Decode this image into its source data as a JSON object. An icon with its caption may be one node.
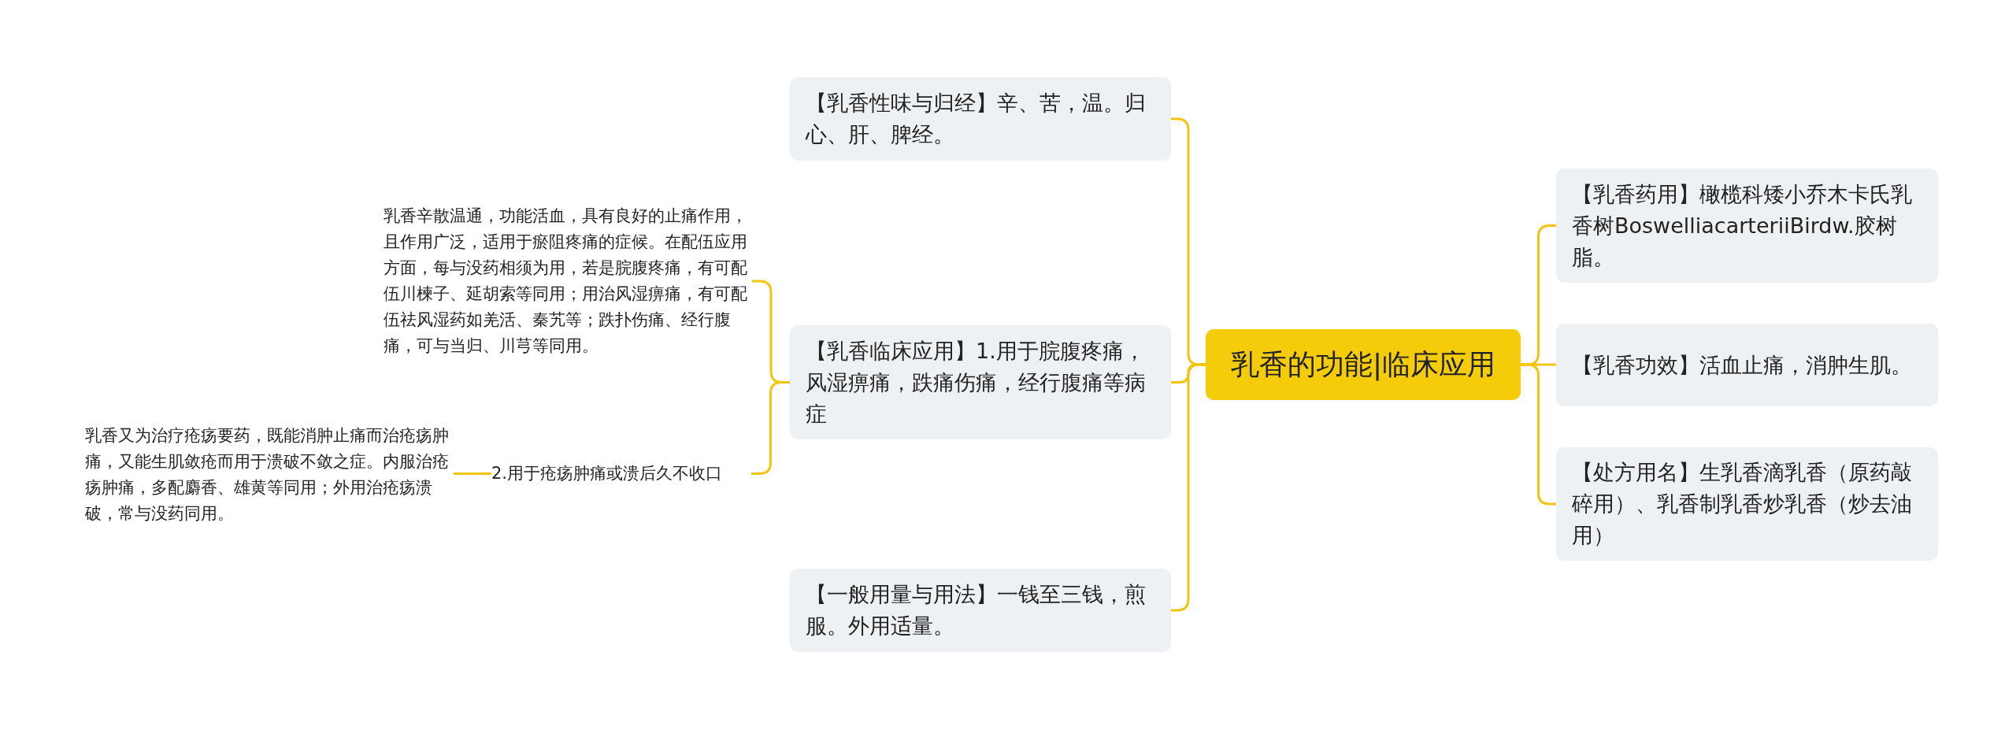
{
  "diagram": {
    "nodes": [
      {
        "text": [
          "乳香的功能|临床应用"
        ]
      },
      {
        "text": [
          "【乳香性味与归经】辛、苦，温。归心、肝、脾经。"
        ]
      },
      {
        "text": [
          "【乳香临床应用】1.用于脘腹疼痛，风湿痹痛，跌痛伤痛，经行腹痛等病症"
        ]
      },
      {
        "text": [
          "乳香辛散温通，功能活血，具有良好的止痛作用，且作用广泛，适用于瘀阻疼痛的症候。在配伍应用方面，每与没药相须为用，若是脘腹疼痛，有可配伍川楝子、延胡索等同用；用治风湿痹痛，有可配伍祛风湿药如羌活、秦艽等；跌扑伤痛、经行腹痛，可与当归、川芎等同用。"
        ]
      },
      {
        "text": [
          "2.用于疮疡肿痛或溃后久不收口"
        ]
      },
      {
        "text": [
          "乳香又为治疗疮疡要药，既能消肿止痛而治疮疡肿痛，又能生肌敛疮而用于溃破不敛之症。内服治疮疡肿痛，多配麝香、雄黄等同用；外用治疮疡溃破，常与没药同用。"
        ]
      },
      {
        "text": [
          "【一般用量与用法】一钱至三钱，煎服。外用适量。"
        ]
      },
      {
        "text": [
          "【乳香药用】橄榄科矮小乔木卡氏乳香树BoswelliacarteriiBirdw.胶树脂。"
        ]
      },
      {
        "text": [
          "【乳香功效】活血止痛，消肿生肌。"
        ]
      },
      {
        "text": [
          "【处方用名】生乳香滴乳香（原药敲碎用）、乳香制乳香炒乳香（炒去油用）"
        ]
      }
    ],
    "edges": [
      {
        "from": 0,
        "to": 1,
        "arrow": "none"
      },
      {
        "from": 0,
        "to": 2,
        "arrow": "none"
      },
      {
        "from": 2,
        "to": 3,
        "arrow": "none"
      },
      {
        "from": 2,
        "to": 4,
        "arrow": "none"
      },
      {
        "from": 4,
        "to": 5,
        "arrow": "none"
      },
      {
        "from": 0,
        "to": 6,
        "arrow": "none"
      },
      {
        "from": 0,
        "to": 7,
        "arrow": "none"
      },
      {
        "from": 0,
        "to": 8,
        "arrow": "none"
      },
      {
        "from": 0,
        "to": 9,
        "arrow": "none"
      }
    ]
  }
}
